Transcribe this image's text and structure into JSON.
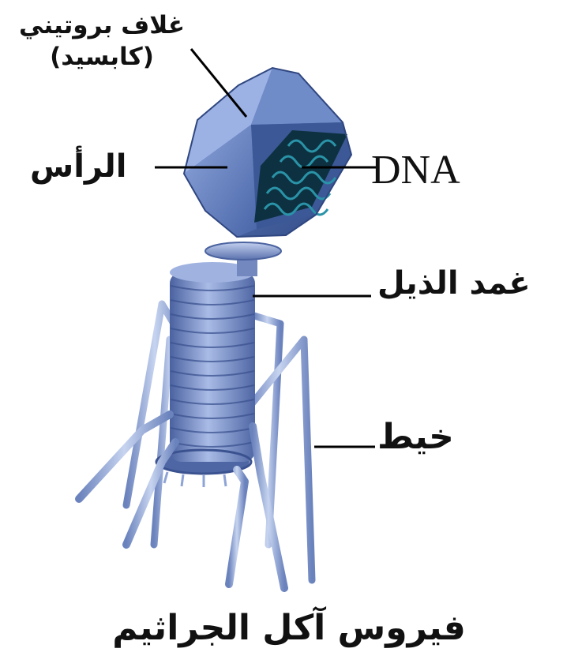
{
  "labels": {
    "capsid_line1": "غلاف بروتيني",
    "capsid_line2": "(كابسيد)",
    "head": "الرأس",
    "dna": "DNA",
    "tail_sheath": "غمد الذيل",
    "tail_fiber": "خيط",
    "title": "فيروس آكل الجراثيم"
  },
  "colors": {
    "capsid": "#5a78b8",
    "capsid_dark": "#35508e",
    "dna": "#1e6f8a",
    "tail": "#7d93c8",
    "fiber": "#93a7d4",
    "text": "#111111"
  }
}
